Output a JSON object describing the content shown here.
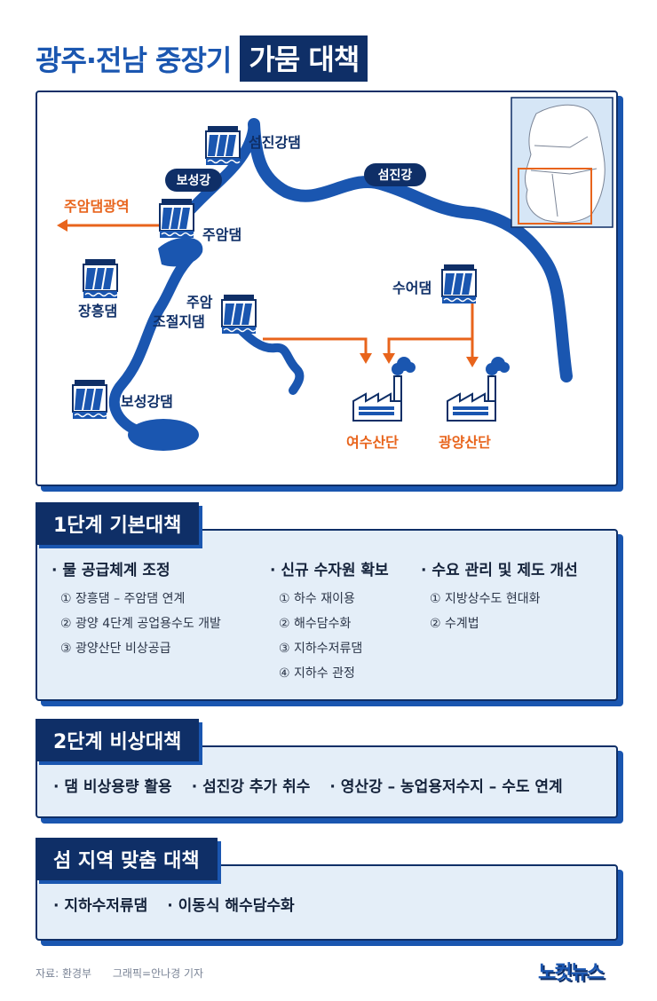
{
  "title": {
    "main": "광주·전남 중장기",
    "highlight": "가뭄 대책"
  },
  "map": {
    "labels": {
      "seomjingang_dam": "섬진강댐",
      "boseonggang_river": "보성강",
      "seomjingang_river": "섬진강",
      "juam_wide": "주암댐광역",
      "juam_dam": "주암댐",
      "jangheung_dam": "장흥댐",
      "juam_control_1": "주암",
      "juam_control_2": "조절지댐",
      "sueo_dam": "수어댐",
      "boseonggang_dam": "보성강댐",
      "yeosu": "여수산단",
      "gwangyang": "광양산단"
    },
    "colors": {
      "river": "#1a56b0",
      "dark": "#0f2f67",
      "arrow": "#e8641c",
      "light": "#d6e6f6"
    }
  },
  "stage1": {
    "tag": "1단계 기본대책",
    "cols": [
      {
        "heading": "· 물 공급체계 조정",
        "items": [
          "① 장흥댐 – 주암댐 연계",
          "② 광양 4단계 공업용수도 개발",
          "③ 광양산단 비상공급"
        ]
      },
      {
        "heading": "· 신규 수자원 확보",
        "items": [
          "① 하수 재이용",
          "② 해수담수화",
          "③ 지하수저류댐",
          "④ 지하수 관정"
        ]
      },
      {
        "heading": "· 수요 관리 및 제도 개선",
        "items": [
          "① 지방상수도 현대화",
          "② 수계법"
        ]
      }
    ]
  },
  "stage2": {
    "tag": "2단계 비상대책",
    "items": [
      "· 댐 비상용량 활용",
      "· 섬진강 추가 취수",
      "· 영산강 – 농업용저수지 – 수도 연계"
    ]
  },
  "stage3": {
    "tag": "섬 지역 맞춤 대책",
    "items": [
      "· 지하수저류댐",
      "· 이동식 해수담수화"
    ]
  },
  "footer": {
    "source": "자료: 환경부",
    "credit": "그래픽=안나경 기자",
    "logo": "노컷뉴스"
  }
}
